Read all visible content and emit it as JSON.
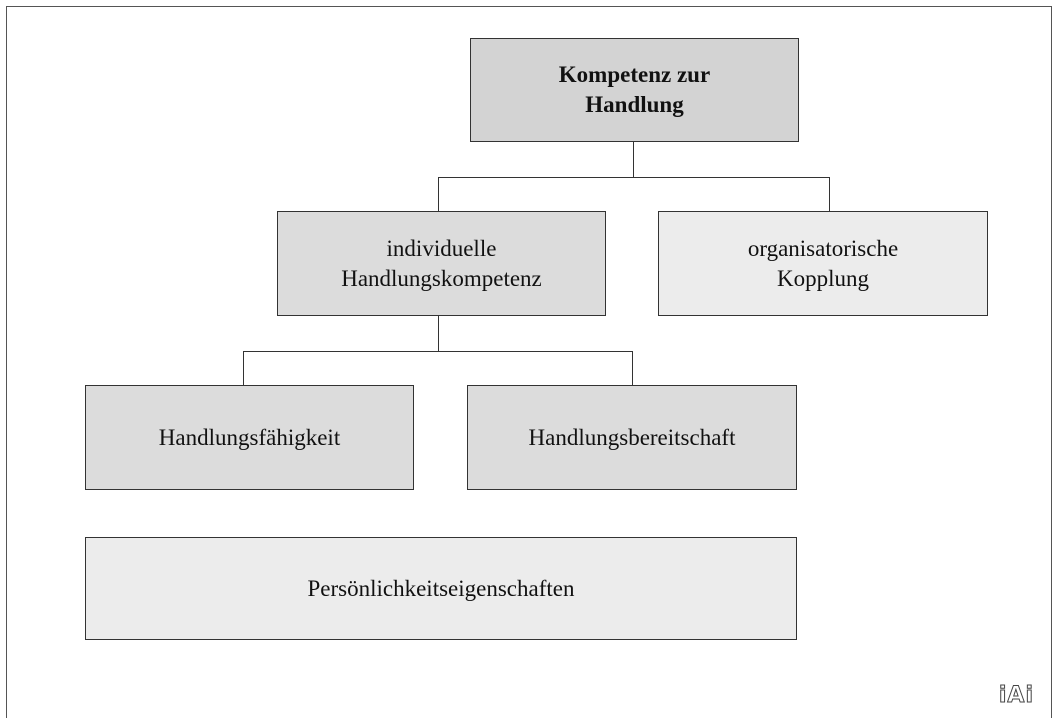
{
  "diagram": {
    "root": {
      "line1": "Kompetenz zur",
      "line2": "Handlung"
    },
    "individual": {
      "line1": "individuelle",
      "line2": "Handlungskompetenz"
    },
    "organizational": {
      "line1": "organisatorische",
      "line2": "Kopplung"
    },
    "ability": {
      "label": "Handlungsfähigkeit"
    },
    "willingness": {
      "label": "Handlungsbereitschaft"
    },
    "personality": {
      "label": "Persönlichkeitseigenschaften"
    }
  },
  "logo": {
    "text": "iAi"
  },
  "colors": {
    "dark_box": "#d3d3d3",
    "mid_box": "#dcdcdc",
    "light_box": "#ececec",
    "border": "#333333"
  }
}
